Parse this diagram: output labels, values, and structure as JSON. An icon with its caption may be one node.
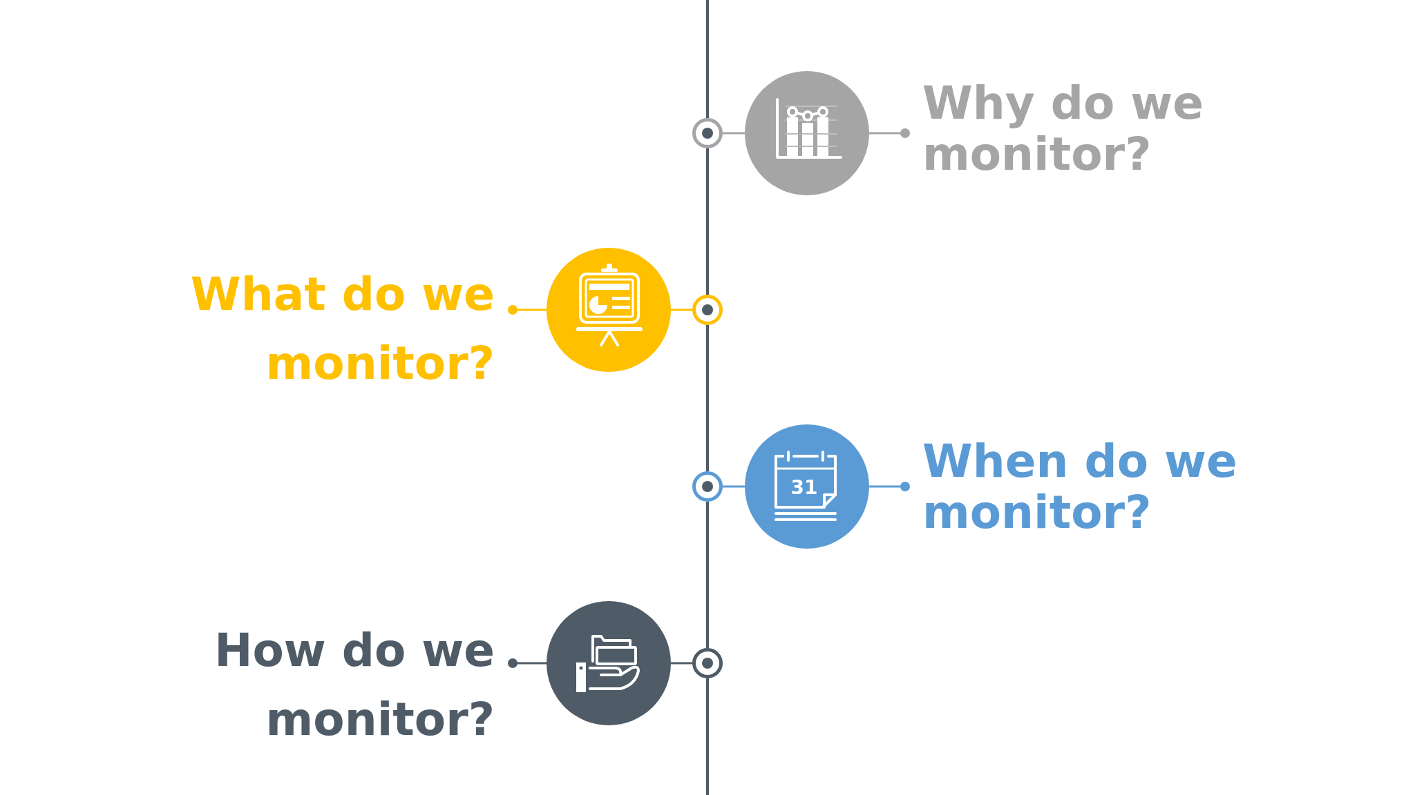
{
  "diagram": {
    "nodes": [
      {
        "text": [],
        "shape": "circle"
      },
      {
        "text": [],
        "shape": "circle"
      },
      {
        "text": [
          "Why do we monitor?"
        ]
      },
      {
        "text": [
          "What do we monitor?"
        ]
      },
      {
        "text": [],
        "shape": "circle"
      },
      {
        "text": [],
        "shape": "circle"
      },
      {
        "text": [],
        "shape": "circle"
      },
      {
        "text": [],
        "shape": "circle"
      },
      {
        "text": [
          "When do we monitor?"
        ]
      },
      {
        "text": [
          "How do we monitor?"
        ]
      },
      {
        "text": [],
        "shape": "circle"
      },
      {
        "text": [],
        "shape": "circle"
      }
    ],
    "edges": [
      {
        "from": null,
        "to": 0,
        "arrow": "none"
      },
      {
        "from": 0,
        "to": 5,
        "arrow": "none"
      },
      {
        "from": 5,
        "to": 6,
        "arrow": "none"
      },
      {
        "from": 6,
        "to": 11,
        "arrow": "none"
      },
      {
        "from": 11,
        "to": null,
        "arrow": "none"
      },
      {
        "from": 0,
        "to": 1,
        "arrow": "none",
        "color": "#a5a5a5"
      },
      {
        "from": 1,
        "to": 2,
        "arrow": "other",
        "color": "#a5a5a5"
      },
      {
        "from": 5,
        "to": 4,
        "arrow": "none",
        "color": "#ffc000"
      },
      {
        "from": 4,
        "to": 3,
        "arrow": "other",
        "color": "#ffc000"
      },
      {
        "from": 6,
        "to": 7,
        "arrow": "none",
        "color": "#5b9bd5"
      },
      {
        "from": 7,
        "to": 8,
        "arrow": "other",
        "color": "#5b9bd5"
      },
      {
        "from": 11,
        "to": 10,
        "arrow": "none"
      },
      {
        "from": 10,
        "to": 9,
        "arrow": "other"
      }
    ],
    "labels": [
      "31"
    ]
  }
}
